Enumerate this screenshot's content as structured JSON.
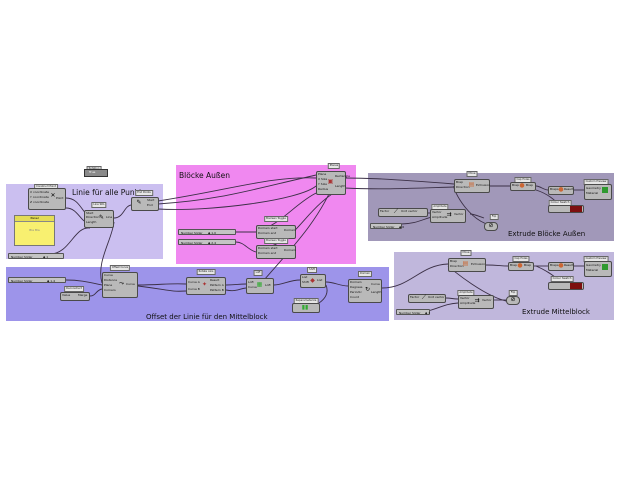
{
  "canvas": {
    "background": "#ffffff",
    "wire_color": "#3b3046",
    "groups": {
      "linie": {
        "label": "Linie für alle Punkte",
        "color": "#cbbff0"
      },
      "bloecke": {
        "label": "Blöcke Außen",
        "color": "#f088f0"
      },
      "offset": {
        "label": "Offset der Linie für den Mittelblock",
        "color": "#9d94ea"
      },
      "extrude_bloecke": {
        "label": "Extrude Blöcke Außen",
        "color": "#a198b9"
      },
      "extrude_mittel": {
        "label": "Extrude Mittelblock",
        "color": "#c0b7dc"
      }
    }
  },
  "top_toggle": {
    "tag": "Rotation",
    "label": "True"
  },
  "linie": {
    "construct_point": {
      "tag": "Construct Point",
      "ports": [
        "X coordinate",
        "Y coordinate",
        "Z coordinate"
      ],
      "out": "Point"
    },
    "line_sdl": {
      "tag": "Line SDL",
      "ports": [
        "Start",
        "Direction",
        "Length"
      ],
      "out": "Line"
    },
    "panel": {
      "header": "Panel",
      "body": "Bla Bla"
    },
    "slider": {
      "label": "Number Slider",
      "value": "◆ 1"
    }
  },
  "end_points": {
    "tag": "End Points",
    "ports": [
      "Start",
      "End"
    ]
  },
  "bloecke": {
    "planes": {
      "tag": "Planes",
      "ports": [
        "Plane",
        "X Size",
        "Y Size",
        "Radius"
      ],
      "outs": [
        "Rectangle",
        "Length"
      ]
    },
    "slider_a": {
      "label": "Number Slider",
      "value": "◆ 1.0"
    },
    "slider_b": {
      "label": "Number Slider",
      "value": "◆ 2.4"
    },
    "boolean_a": {
      "tag": "Boolean Toggle",
      "ports": [
        "Domain start",
        "Domain end"
      ],
      "out": "Domain"
    },
    "boolean_b": {
      "tag": "Boolean Toggle",
      "ports": [
        "Domain start",
        "Domain end"
      ],
      "out": "Domain"
    }
  },
  "offset": {
    "slider": {
      "label": "Number Slider",
      "value": "◆ 1.4"
    },
    "offset_curve": {
      "tag": "Offset Curve",
      "ports": [
        "Curve",
        "Distance",
        "Plane",
        "Corners"
      ],
      "out": "Curve"
    },
    "deconstruct": {
      "tag": "Deconstruct",
      "ports": [
        "Value",
        "Merge"
      ]
    },
    "rotate": {
      "tag": "Rotate Axis",
      "ports": [
        "Curve A",
        "Curve B"
      ],
      "outs": [
        "Result",
        "Pattern A",
        "Pattern B"
      ]
    },
    "loft": {
      "tag": "Loft",
      "ports": [
        "Loft",
        "Curve"
      ],
      "out": "Loft"
    },
    "cap": {
      "tag": "Shift",
      "ports": [
        "List",
        "Shift"
      ],
      "out": "List"
    },
    "result": {
      "tag": "Domain",
      "ports": [
        "Domain",
        "Degrees",
        "Periodic",
        "Count"
      ],
      "outs": [
        "Curve",
        "Length"
      ]
    },
    "reparam": {
      "tag": "Reparameterize"
    }
  },
  "extrude_bloecke": {
    "move": {
      "tag": "Move",
      "ports": [
        "Brep",
        "Direction"
      ],
      "out": "Extrusion"
    },
    "slider": {
      "label": "Number Slider",
      "value": "◆ 6"
    },
    "vector": {
      "tag": "Vector",
      "ports": [
        "Factor",
        "Unit vector"
      ],
      "out": "Vector"
    },
    "amplitude": {
      "tag": "Amplitude",
      "ports": [
        "Vector",
        "Amplitude"
      ],
      "out": "Vector"
    },
    "flip": {
      "tag": "Flip"
    },
    "cap": {
      "tag": "Cap Holes",
      "ports": [
        "Brep"
      ],
      "out": "Brep"
    },
    "merge": {
      "tag": "Merge",
      "ports": [
        "Breps"
      ],
      "out": "Result"
    },
    "custom_preview": {
      "tag": "Custom Preview",
      "ports": [
        "Geometry",
        "Material"
      ]
    },
    "colour": {
      "tag": "Colour Swatch"
    }
  },
  "extrude_mittel": {
    "move": {
      "tag": "Move",
      "ports": [
        "Brep",
        "Direction"
      ],
      "out": "Extrusion"
    },
    "slider": {
      "label": "Number Slider",
      "value": "◆ 3"
    },
    "vector": {
      "tag": "Vector",
      "ports": [
        "Factor",
        "Unit vector"
      ],
      "out": "Vector"
    },
    "amplitude": {
      "tag": "Amplitude",
      "ports": [
        "Vector",
        "Amplitude"
      ],
      "out": "Vector"
    },
    "flip": {
      "tag": "Flip"
    },
    "cap": {
      "tag": "Cap Holes",
      "ports": [
        "Brep"
      ],
      "out": "Brep"
    },
    "merge": {
      "tag": "Merge",
      "ports": [
        "Breps"
      ],
      "out": "Result"
    },
    "custom_preview": {
      "tag": "Custom Preview",
      "ports": [
        "Geometry",
        "Material"
      ]
    },
    "colour": {
      "tag": "Colour Swatch"
    }
  }
}
